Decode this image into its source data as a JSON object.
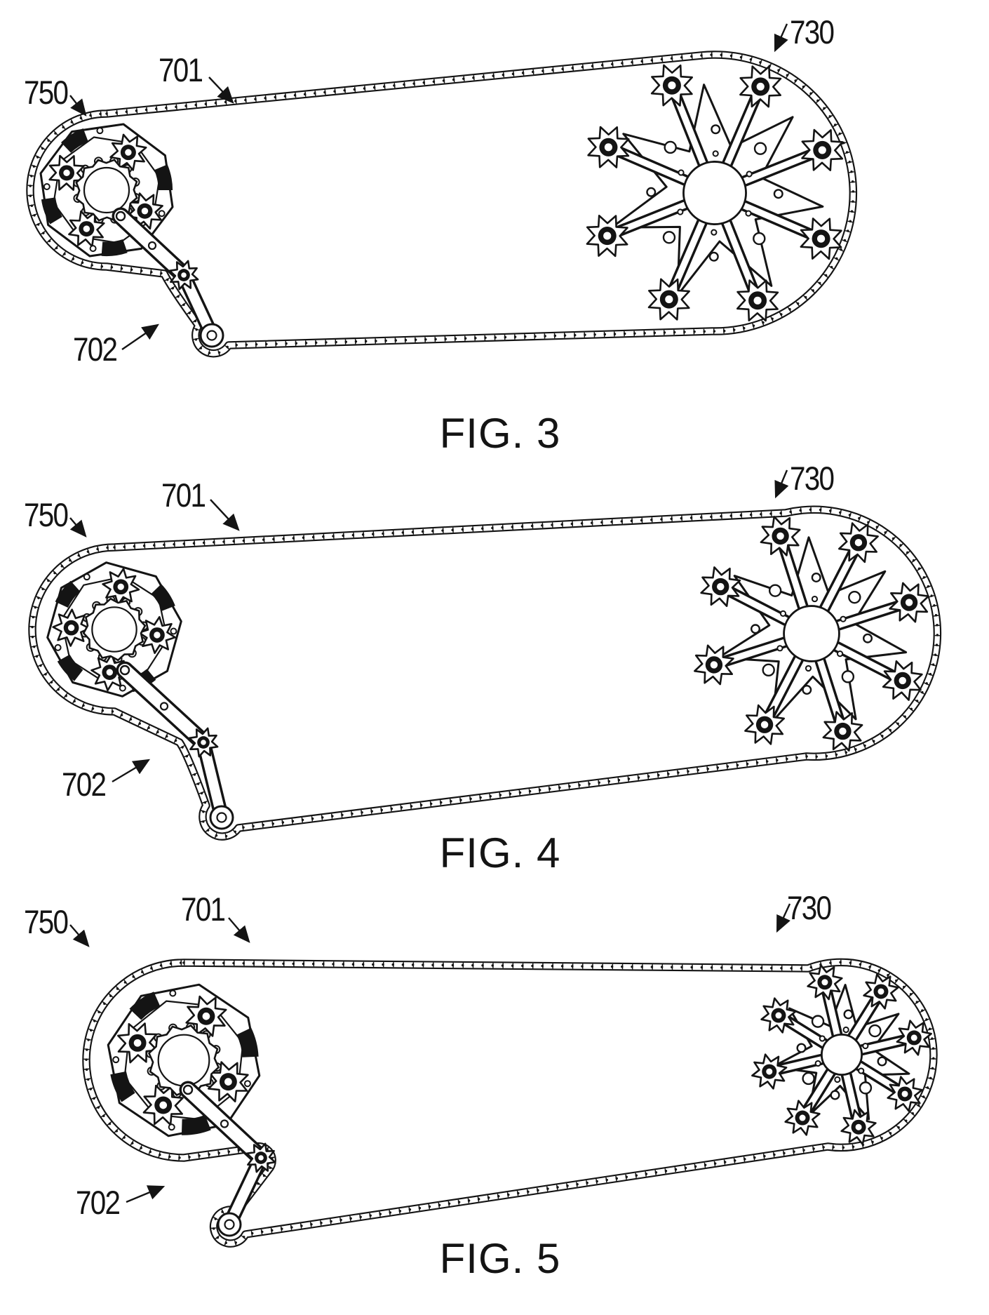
{
  "figures": [
    {
      "caption": "FIG. 3",
      "labels": {
        "left_assembly": "750",
        "chain": "701",
        "tensioner": "702",
        "right_assembly": "730"
      }
    },
    {
      "caption": "FIG. 4",
      "labels": {
        "left_assembly": "750",
        "chain": "701",
        "tensioner": "702",
        "right_assembly": "730"
      }
    },
    {
      "caption": "FIG. 5",
      "labels": {
        "left_assembly": "750",
        "chain": "701",
        "tensioner": "702",
        "right_assembly": "730"
      }
    }
  ]
}
